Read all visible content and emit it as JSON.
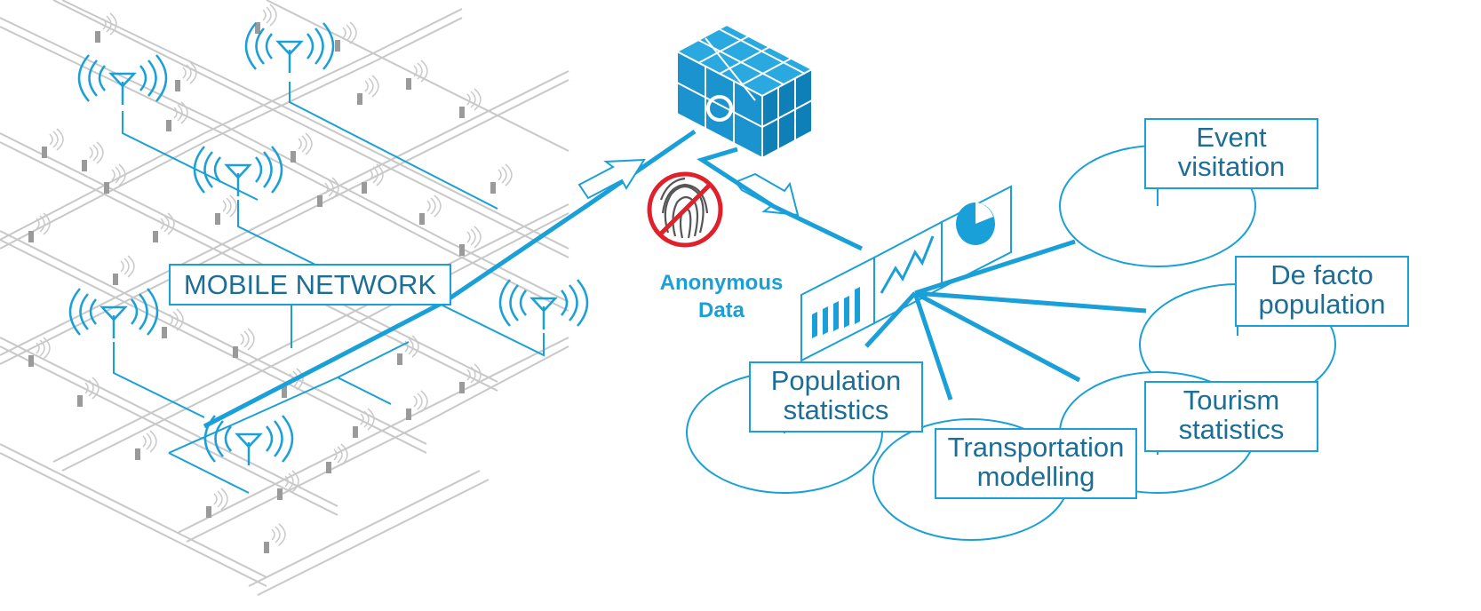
{
  "network": {
    "label": "MOBILE NETWORK"
  },
  "data_store": {
    "caption_line1": "Anonymous",
    "caption_line2": "Data"
  },
  "outputs": {
    "event": {
      "line1": "Event",
      "line2": "visitation"
    },
    "defacto": {
      "line1": "De facto",
      "line2": "population"
    },
    "population": {
      "line1": "Population",
      "line2": "statistics"
    },
    "transport": {
      "line1": "Transportation",
      "line2": "modelling"
    },
    "tourism": {
      "line1": "Tourism",
      "line2": "statistics"
    }
  },
  "colors": {
    "accent": "#1aa0d8",
    "label_text": "#1d6e96",
    "grid": "#c8c8c8",
    "tower": "#9a9a9a",
    "prohibit": "#e0202a"
  },
  "icons": [
    "antenna-icon",
    "cell-tower-icon",
    "data-cube-icon",
    "fingerprint-prohibited-icon",
    "bar-chart-icon",
    "line-chart-icon",
    "pie-chart-icon"
  ]
}
